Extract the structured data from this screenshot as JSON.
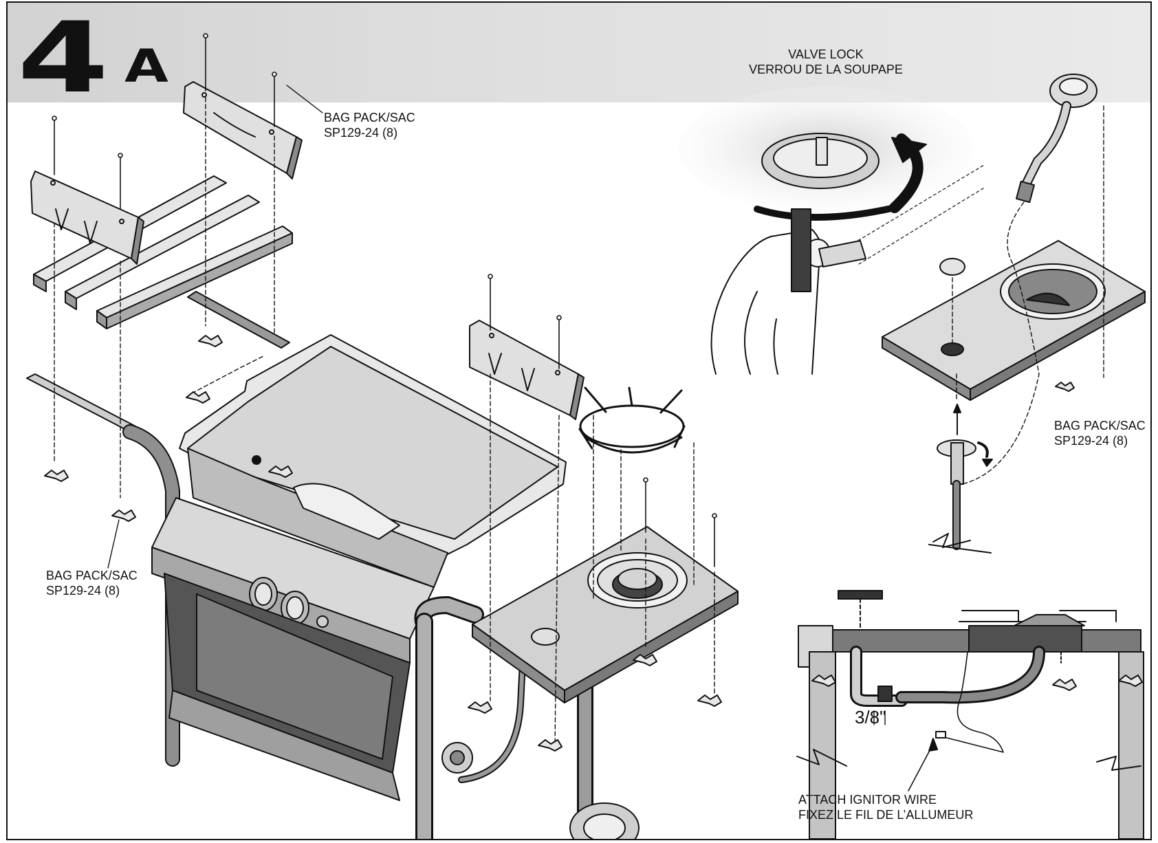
{
  "step": {
    "number": "4",
    "letter": "A"
  },
  "labels": {
    "bag_pack_top": [
      "BAG PACK/SAC",
      "SP129-24 (8)"
    ],
    "bag_pack_left": [
      "BAG PACK/SAC",
      "SP129-24 (8)"
    ],
    "bag_pack_right": [
      "BAG PACK/SAC",
      "SP129-24 (8)"
    ],
    "valve_lock": [
      "VALVE LOCK",
      "VERROU DE LA SOUPAPE"
    ],
    "measurement": "3/8\"",
    "ignitor": [
      "ATTACH IGNITOR WIRE",
      "FIXEZ LE FIL DE L’ALLUMEUR"
    ]
  },
  "colors": {
    "line": "#111111",
    "light": "#e4e4e4",
    "mid": "#bdbdbd",
    "dark": "#707070",
    "band": "#d8d8d8"
  }
}
